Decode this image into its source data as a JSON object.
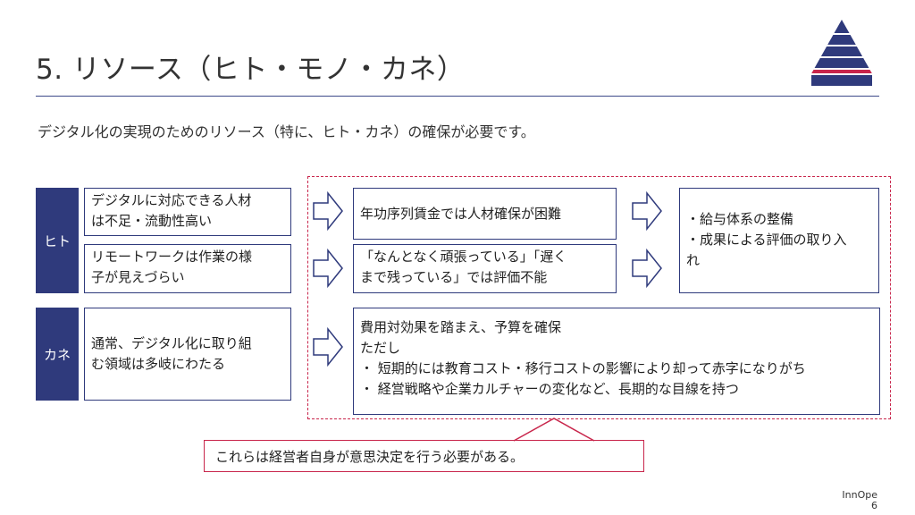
{
  "title": "5. リソース（ヒト・モノ・カネ）",
  "subtitle": "デジタル化の実現のためのリソース（特に、ヒト・カネ）の確保が必要です。",
  "rows": {
    "hito": {
      "label": "ヒト",
      "issues": [
        {
          "line1": "デジタルに対応できる人材",
          "line2": "は不足・流動性高い"
        },
        {
          "line1": "リモートワークは作業の様",
          "line2": "子が見えづらい"
        }
      ],
      "consequences": [
        {
          "line1": "年功序列賃金では人材確保が困難"
        },
        {
          "line1": "「なんとなく頑張っている」「遅く",
          "line2": "まで残っている」では評価不能"
        }
      ],
      "solutions": {
        "line1": "・給与体系の整備",
        "line2": "・成果による評価の取り入",
        "line3": "れ"
      }
    },
    "kane": {
      "label": "カネ",
      "issue": {
        "line1": "通常、デジタル化に取り組",
        "line2": "む領域は多岐にわたる"
      },
      "consequence": {
        "line1": "費用対効果を踏まえ、予算を確保",
        "line2": "ただし",
        "line3": "・ 短期的には教育コスト・移行コストの影響により却って赤字になりがち",
        "line4": "・ 経営戦略や企業カルチャーの変化など、長期的な目線を持つ"
      }
    }
  },
  "conclusion": "これらは経営者自身が意思決定を行う必要がある。",
  "footer": {
    "brand": "InnOpe",
    "page": "6"
  },
  "colors": {
    "navy": "#2f3a7c",
    "accent_red": "#c8254b"
  },
  "icons": [
    "pyramid-logo-icon",
    "right-arrow-icon"
  ]
}
